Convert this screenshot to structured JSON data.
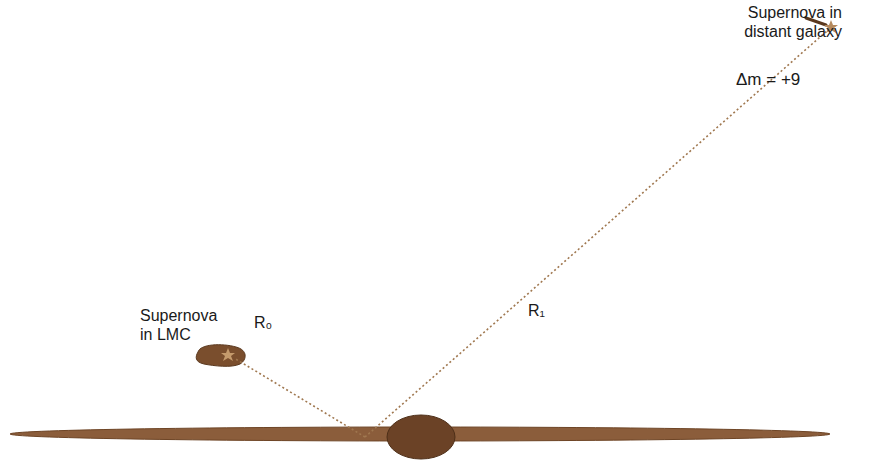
{
  "diagram": {
    "labels": [
      "Supernova in distant galaxy",
      "Δm = +9",
      "Supernova in LMC",
      "R₀",
      "R₁"
    ]
  }
}
